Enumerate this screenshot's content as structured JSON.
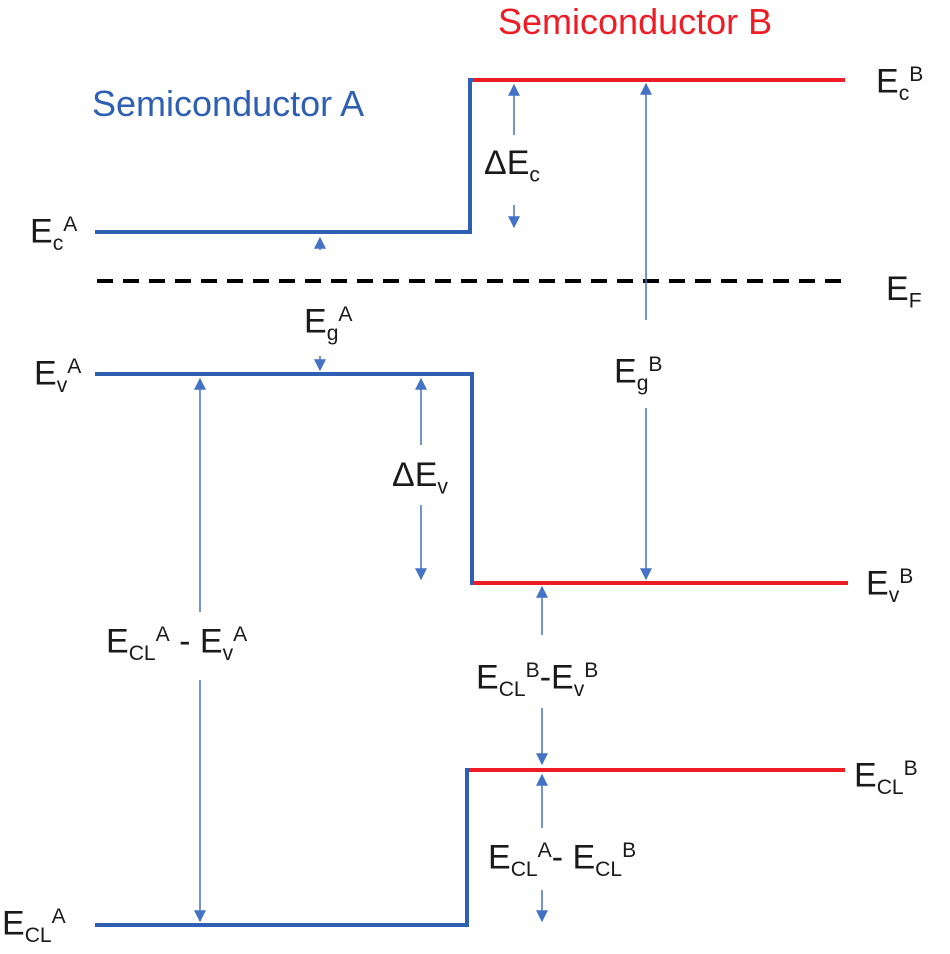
{
  "colors": {
    "semiconductor_a": "#2f5fb3",
    "semiconductor_b": "#ee1c25",
    "fermi": "#000000",
    "arrow": "#4472c4",
    "text": "#1a1a1a"
  },
  "titles": {
    "semiconductor_a": "Semiconductor A",
    "semiconductor_b": "Semiconductor B"
  },
  "labels": {
    "ec_a": {
      "main": "E",
      "sub": "c",
      "sup": "A"
    },
    "ev_a": {
      "main": "E",
      "sub": "v",
      "sup": "A"
    },
    "ecl_a": {
      "main": "E",
      "sub": "CL",
      "sup": "A"
    },
    "ec_b": {
      "main": "E",
      "sub": "c",
      "sup": "B"
    },
    "ev_b": {
      "main": "E",
      "sub": "v",
      "sup": "B"
    },
    "ecl_b": {
      "main": "E",
      "sub": "CL",
      "sup": "B"
    },
    "ef": {
      "main": "E",
      "sub": "F"
    },
    "eg_a": {
      "main": "E",
      "sub": "g",
      "sup": "A"
    },
    "eg_b": {
      "main": "E",
      "sub": "g",
      "sup": "B"
    },
    "delta_ec": {
      "main": "ΔE",
      "sub": "c"
    },
    "delta_ev": {
      "main": "ΔE",
      "sub": "v"
    },
    "ecl_minus_ev_a": {
      "t1": "E",
      "s1": "CL",
      "p1": "A",
      "mid": " - E",
      "s2": "v",
      "p2": "A"
    },
    "ecl_minus_ev_b": {
      "t1": "E",
      "s1": "CL",
      "p1": "B",
      "mid": "-E",
      "s2": "v",
      "p2": "B"
    },
    "ecl_a_minus_ecl_b": {
      "t1": "E",
      "s1": "CL",
      "p1": "A",
      "mid": "- E",
      "s2": "CL",
      "p2": "B"
    }
  }
}
